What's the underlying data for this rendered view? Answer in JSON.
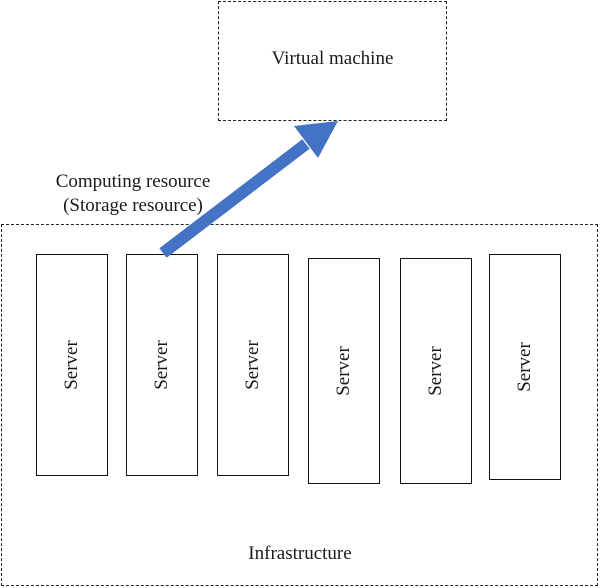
{
  "virtual_machine": {
    "label": "Virtual machine"
  },
  "resource": {
    "line1": "Computing resource",
    "line2": "(Storage resource)"
  },
  "infrastructure": {
    "label": "Infrastructure"
  },
  "servers": [
    {
      "label": "Server"
    },
    {
      "label": "Server"
    },
    {
      "label": "Server"
    },
    {
      "label": "Server"
    },
    {
      "label": "Server"
    },
    {
      "label": "Server"
    }
  ],
  "colors": {
    "arrow": "#4472C4",
    "border": "#222222"
  }
}
